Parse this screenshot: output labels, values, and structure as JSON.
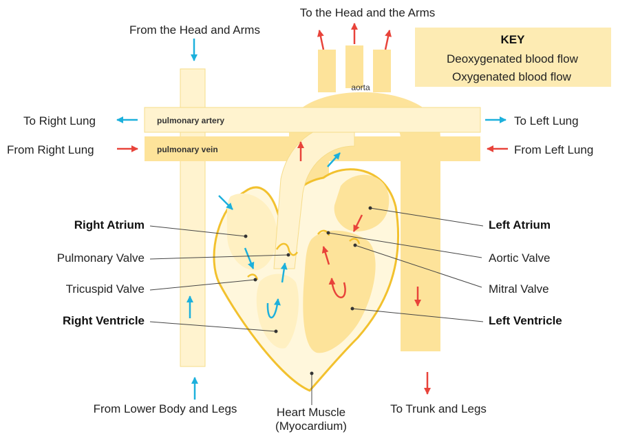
{
  "colors": {
    "deoxygenated": "#1cb0dc",
    "oxygenated": "#e8433a",
    "vessel_light": "#fff3cf",
    "vessel_dark": "#fde39a",
    "outline": "#f2c12e",
    "key_bg": "#fdebb3"
  },
  "key": {
    "title": "KEY",
    "deoxygenated_label": "Deoxygenated blood flow",
    "oxygenated_label": "Oxygenated blood flow"
  },
  "flow_labels": {
    "to_head_and_arms": "To the Head and the Arms",
    "from_head_and_arms": "From the Head and Arms",
    "to_right_lung": "To Right Lung",
    "from_right_lung": "From Right Lung",
    "to_left_lung": "To Left Lung",
    "from_left_lung": "From Left Lung",
    "from_lower_body": "From Lower Body and Legs",
    "to_trunk_and_legs": "To Trunk and Legs"
  },
  "vessels": {
    "aorta": "aorta",
    "pulmonary_artery": "pulmonary artery",
    "pulmonary_vein": "pulmonary vein"
  },
  "parts": {
    "right_atrium": "Right Atrium",
    "pulmonary_valve": "Pulmonary Valve",
    "tricuspid_valve": "Tricuspid Valve",
    "right_ventricle": "Right Ventricle",
    "left_atrium": "Left Atrium",
    "aortic_valve": "Aortic Valve",
    "mitral_valve": "Mitral Valve",
    "left_ventricle": "Left Ventricle",
    "heart_muscle_line1": "Heart Muscle",
    "heart_muscle_line2": "(Myocardium)"
  }
}
